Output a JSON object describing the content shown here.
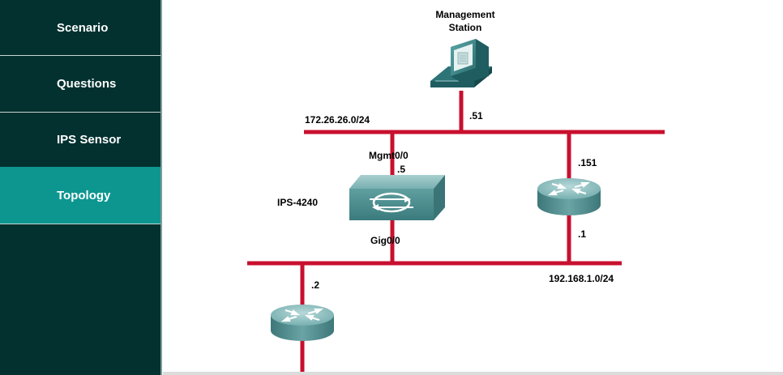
{
  "nav": {
    "items": [
      {
        "label": "Scenario"
      },
      {
        "label": "Questions"
      },
      {
        "label": "IPS Sensor"
      },
      {
        "label": "Topology"
      }
    ],
    "active": "Topology"
  },
  "topology": {
    "management_station": {
      "line1": "Management",
      "line2": "Station",
      "host": ".51"
    },
    "network_top": {
      "label": "172.26.26.0/24"
    },
    "network_bottom": {
      "label": "192.168.1.0/24"
    },
    "ips": {
      "name": "IPS-4240",
      "mgmt_interface": "Mgmt0/0",
      "mgmt_host": ".5",
      "data_interface": "Gig0/0"
    },
    "router_right": {
      "top_host": ".151",
      "bottom_host": ".1"
    },
    "router_bottom": {
      "host": ".2"
    },
    "colors": {
      "sidebar_bg": "#02312f",
      "active_tab": "#0d9690",
      "link": "#c8102e",
      "device": "#4e8f90"
    }
  }
}
